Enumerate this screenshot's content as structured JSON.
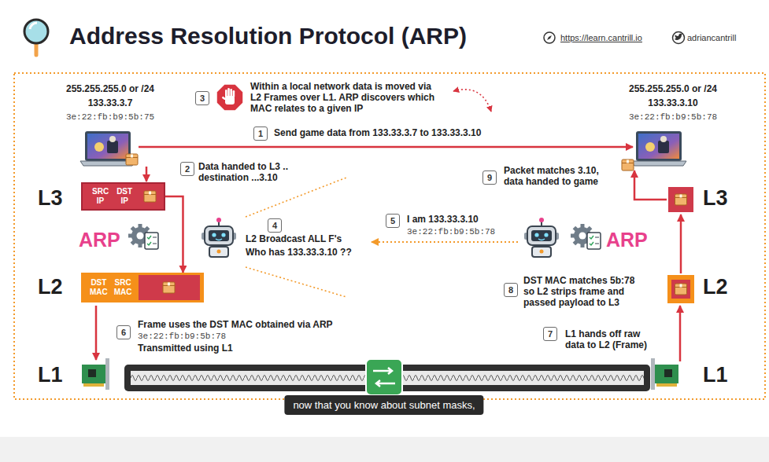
{
  "diagram": {
    "title": "Address Resolution Protocol (ARP)",
    "caption": "now that you know about subnet masks,",
    "nodes": [
      {
        "text": [
          "SRC IP",
          "DST IP"
        ]
      },
      {
        "text": [
          "DST MAC",
          "SRC MAC"
        ]
      }
    ],
    "edges": [
      {
        "from": 0,
        "to": 1,
        "arrow": "to"
      }
    ],
    "labels": [
      "https://learn.cantrill.io",
      "adriancantrill",
      "255.255.255.0 or /24",
      "133.33.3.7",
      "3e:22:fb:b9:5b:75",
      "3",
      "Within a local network data is moved via L2 Frames over L1. ARP discovers which MAC relates to a given IP",
      "255.255.255.0 or /24",
      "133.33.3.10",
      "3e:22:fb:b9:5b:78",
      "1",
      "Send game data from 133.33.3.7 to 133.33.3.10",
      "2",
      "Data handed to L3 .. destination ...3.10",
      "9",
      "Packet matches 3.10, data handed to game",
      "L3",
      "L3",
      "ARP",
      "4",
      "L2 Broadcast ALL F's",
      "Who has 133.33.3.10 ??",
      "5",
      "I am 133.33.3.10",
      "3e:22:fb:b9:5b:78",
      "ARP",
      "L2",
      "8",
      "DST MAC matches 5b:78 so L2 strips frame and passed payload to L3",
      "L2",
      "6",
      "Frame uses the DST MAC obtained via ARP",
      "3e:22:fb:b9:5b:78",
      "Transmitted using L1",
      "7",
      "L1 hands off raw data to L2 (Frame)",
      "L1",
      "L1"
    ]
  }
}
